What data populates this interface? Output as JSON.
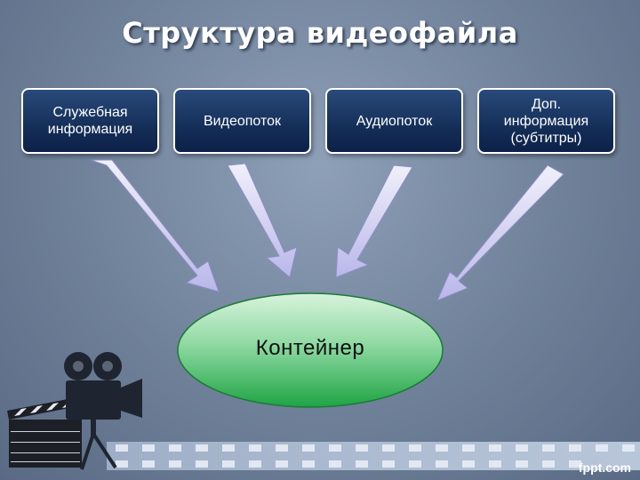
{
  "title": "Структура видеофайла",
  "sources": [
    {
      "label": "Служебная\nинформация"
    },
    {
      "label": "Видеопоток"
    },
    {
      "label": "Аудиопоток"
    },
    {
      "label": "Доп.\nинформация\n(субтитры)"
    }
  ],
  "target": {
    "label": "Контейнер"
  },
  "watermark": "fppt.com",
  "colors": {
    "box_fill": "#142e58",
    "arrow_fill": "#c9c8ee",
    "ellipse_top": "#c9eed2",
    "ellipse_bottom": "#22a84a",
    "background": "#6f8099"
  },
  "decoration": [
    "film-camera-icon",
    "clapperboard-icon",
    "film-strip"
  ]
}
